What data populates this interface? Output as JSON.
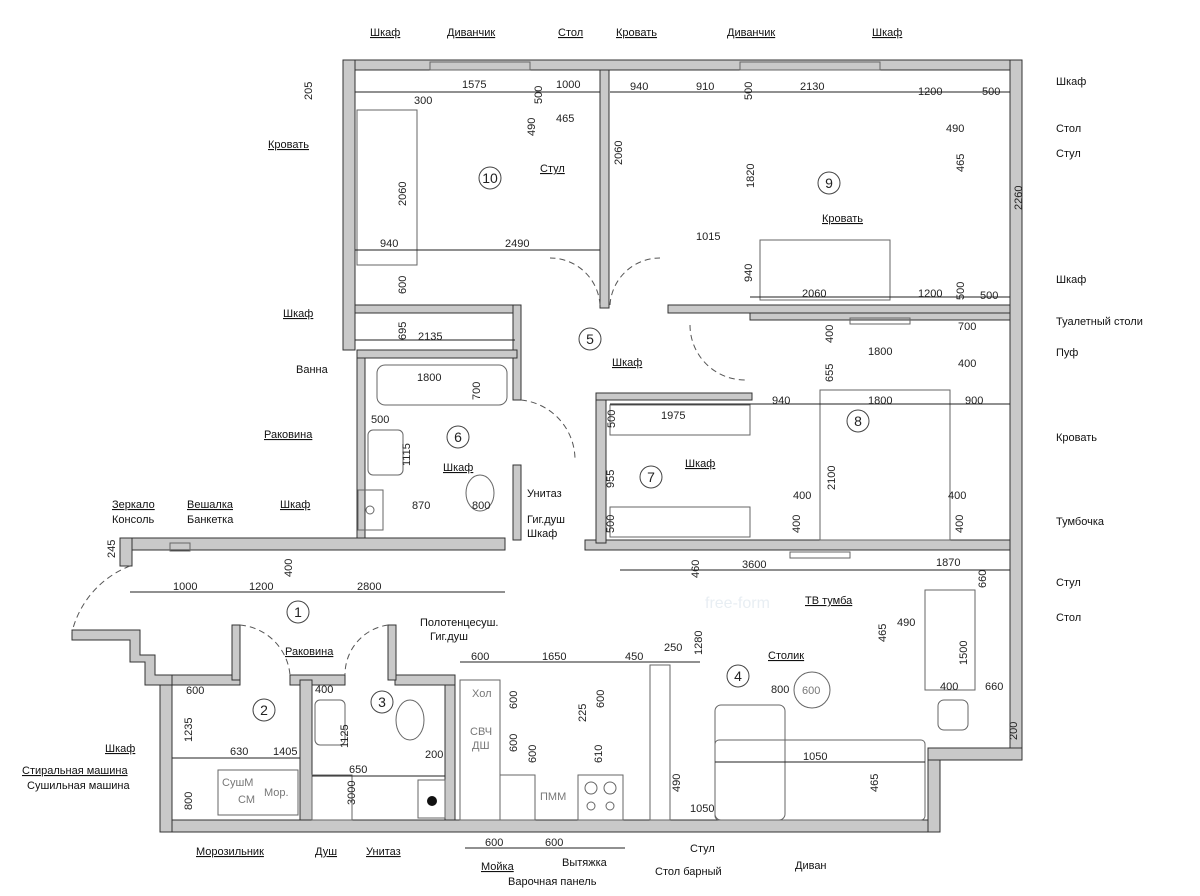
{
  "room_numbers": [
    "1",
    "2",
    "3",
    "4",
    "5",
    "6",
    "7",
    "8",
    "9",
    "10"
  ],
  "labels": [
    "Шкаф",
    "Диванчик",
    "Стол",
    "Кровать",
    "Диванчик",
    "Шкаф",
    "Шкаф",
    "Стол",
    "Стул",
    "Шкаф",
    "Туалетный столи",
    "Пуф",
    "Кровать",
    "Тумбочка",
    "Стул",
    "Стол",
    "Кровать",
    "Стул",
    "Кровать",
    "Шкаф",
    "Ванна",
    "Раковина",
    "Шкаф",
    "Унитаз",
    "Гиг.душ",
    "Шкаф",
    "Зеркало",
    "Консоль",
    "Вешалка",
    "Банкетка",
    "Шкаф",
    "Полотенцесуш.",
    "Гиг.душ",
    "Раковина",
    "Шкаф",
    "Стиральная машина",
    "Сушильная машина",
    "Морозильник",
    "Душ",
    "Унитаз",
    "Мойка",
    "Вытяжка",
    "Варочная панель",
    "Стул",
    "Стол барный",
    "Диван",
    "ТВ тумба",
    "Столик",
    "Шкаф",
    "Шкаф"
  ],
  "appliances": [
    "Хол",
    "СВЧ",
    "ДШ",
    "ПММ",
    "СушМ",
    "СМ",
    "Мор.",
    "600"
  ],
  "dimensions": [
    "205",
    "300",
    "1575",
    "1000",
    "500",
    "490",
    "465",
    "940",
    "910",
    "500",
    "2130",
    "1200",
    "500",
    "490",
    "465",
    "2260",
    "2060",
    "1820",
    "1015",
    "2060",
    "940",
    "2490",
    "600",
    "695",
    "2135",
    "940",
    "2060",
    "1200",
    "500",
    "500",
    "400",
    "700",
    "1800",
    "400",
    "655",
    "1800",
    "700",
    "500",
    "1115",
    "940",
    "1800",
    "900",
    "1975",
    "500",
    "955",
    "500",
    "2100",
    "400",
    "400",
    "400",
    "400",
    "870",
    "800",
    "245",
    "400",
    "1000",
    "1200",
    "2800",
    "460",
    "3600",
    "1870",
    "660",
    "1280",
    "465",
    "490",
    "1500",
    "600",
    "1650",
    "450",
    "250",
    "600",
    "400",
    "600",
    "225",
    "600",
    "1235",
    "1125",
    "600",
    "800",
    "400",
    "660",
    "200",
    "200",
    "600",
    "610",
    "630",
    "1405",
    "650",
    "800",
    "3000",
    "1050",
    "465",
    "490",
    "1050",
    "600",
    "600"
  ],
  "watermark": "free-form"
}
